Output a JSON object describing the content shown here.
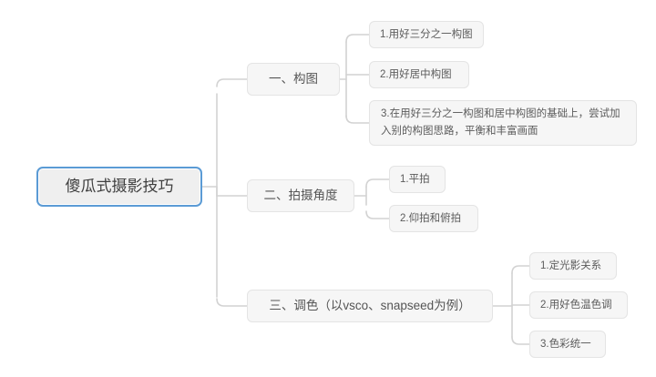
{
  "canvas": {
    "background": "#ffffff",
    "connector_color": "#d2d2d2",
    "node_fill": "#f6f6f6",
    "node_border": "#e4e4e4",
    "root_border": "#5b9bd5",
    "text_color": "#5a5a5a"
  },
  "mindmap": {
    "root": {
      "label": "傻瓜式摄影技巧"
    },
    "branches": [
      {
        "label": "一、构图",
        "children": [
          {
            "label": "1.用好三分之一构图"
          },
          {
            "label": "2.用好居中构图"
          },
          {
            "label": "3.在用好三分之一构图和居中构图的基础上，尝试加入别的构图思路，平衡和丰富画面"
          }
        ]
      },
      {
        "label": "二、拍摄角度",
        "children": [
          {
            "label": "1.平拍"
          },
          {
            "label": "2.仰拍和俯拍"
          }
        ]
      },
      {
        "label": "三、调色（以vsco、snapseed为例）",
        "children": [
          {
            "label": "1.定光影关系"
          },
          {
            "label": "2.用好色温色调"
          },
          {
            "label": "3.色彩统一"
          }
        ]
      }
    ]
  }
}
